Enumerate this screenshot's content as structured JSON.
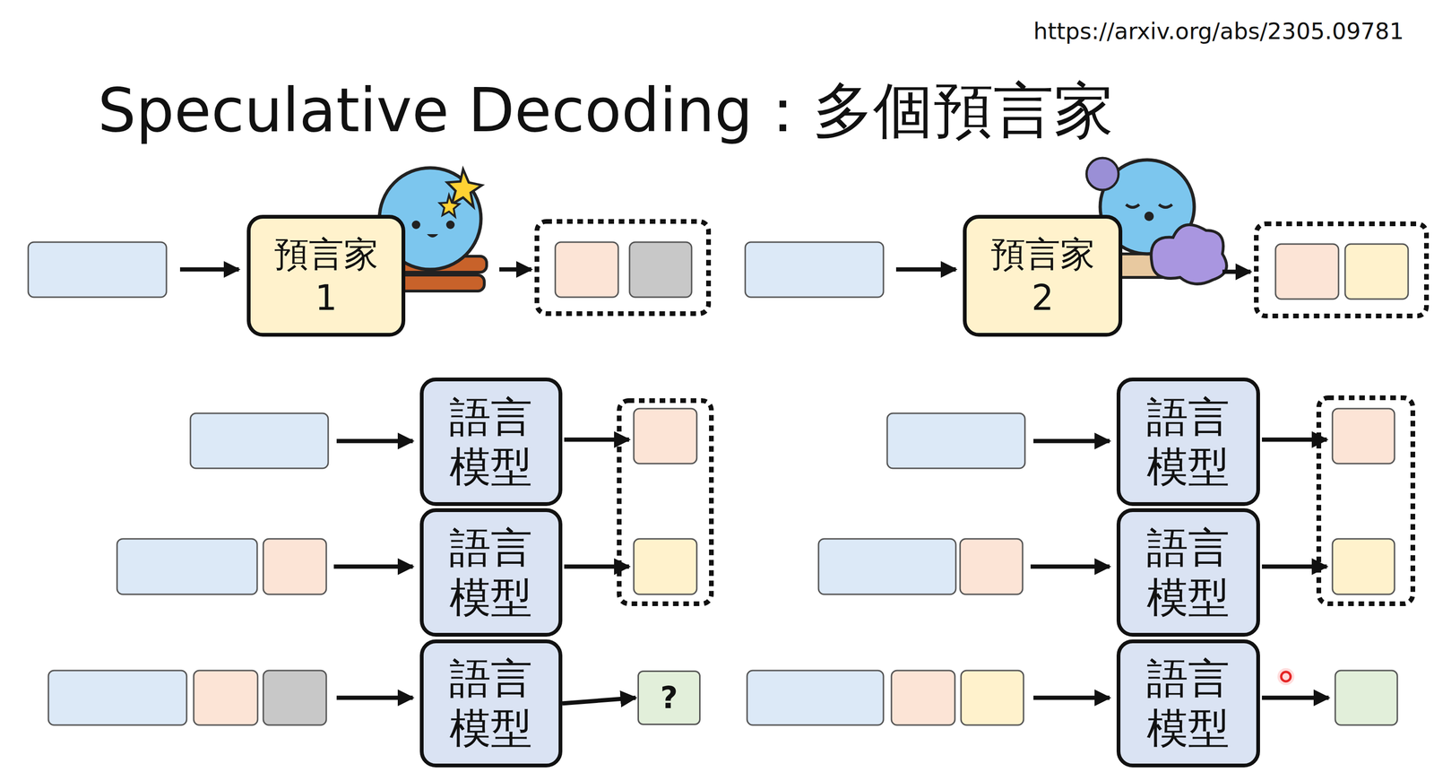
{
  "diagram": {
    "title": "Speculative Decoding：多個預言家",
    "nodes": [
      {
        "text": [
          "預言家 1"
        ]
      },
      {
        "text": [
          "預言家 2"
        ]
      },
      {
        "text": [
          "語言模型"
        ]
      },
      {
        "text": [
          "語言模型"
        ]
      },
      {
        "text": [
          "語言模型"
        ]
      },
      {
        "text": [
          "語言模型"
        ]
      },
      {
        "text": [
          "語言模型"
        ]
      },
      {
        "text": [
          "?"
        ]
      },
      {
        "text": [
          "語言模型"
        ]
      }
    ],
    "edges": [
      {
        "from": 6,
        "to": 7,
        "arrow": "to"
      }
    ],
    "labels": [
      "https://arxiv.org/abs/2305.09781"
    ]
  }
}
